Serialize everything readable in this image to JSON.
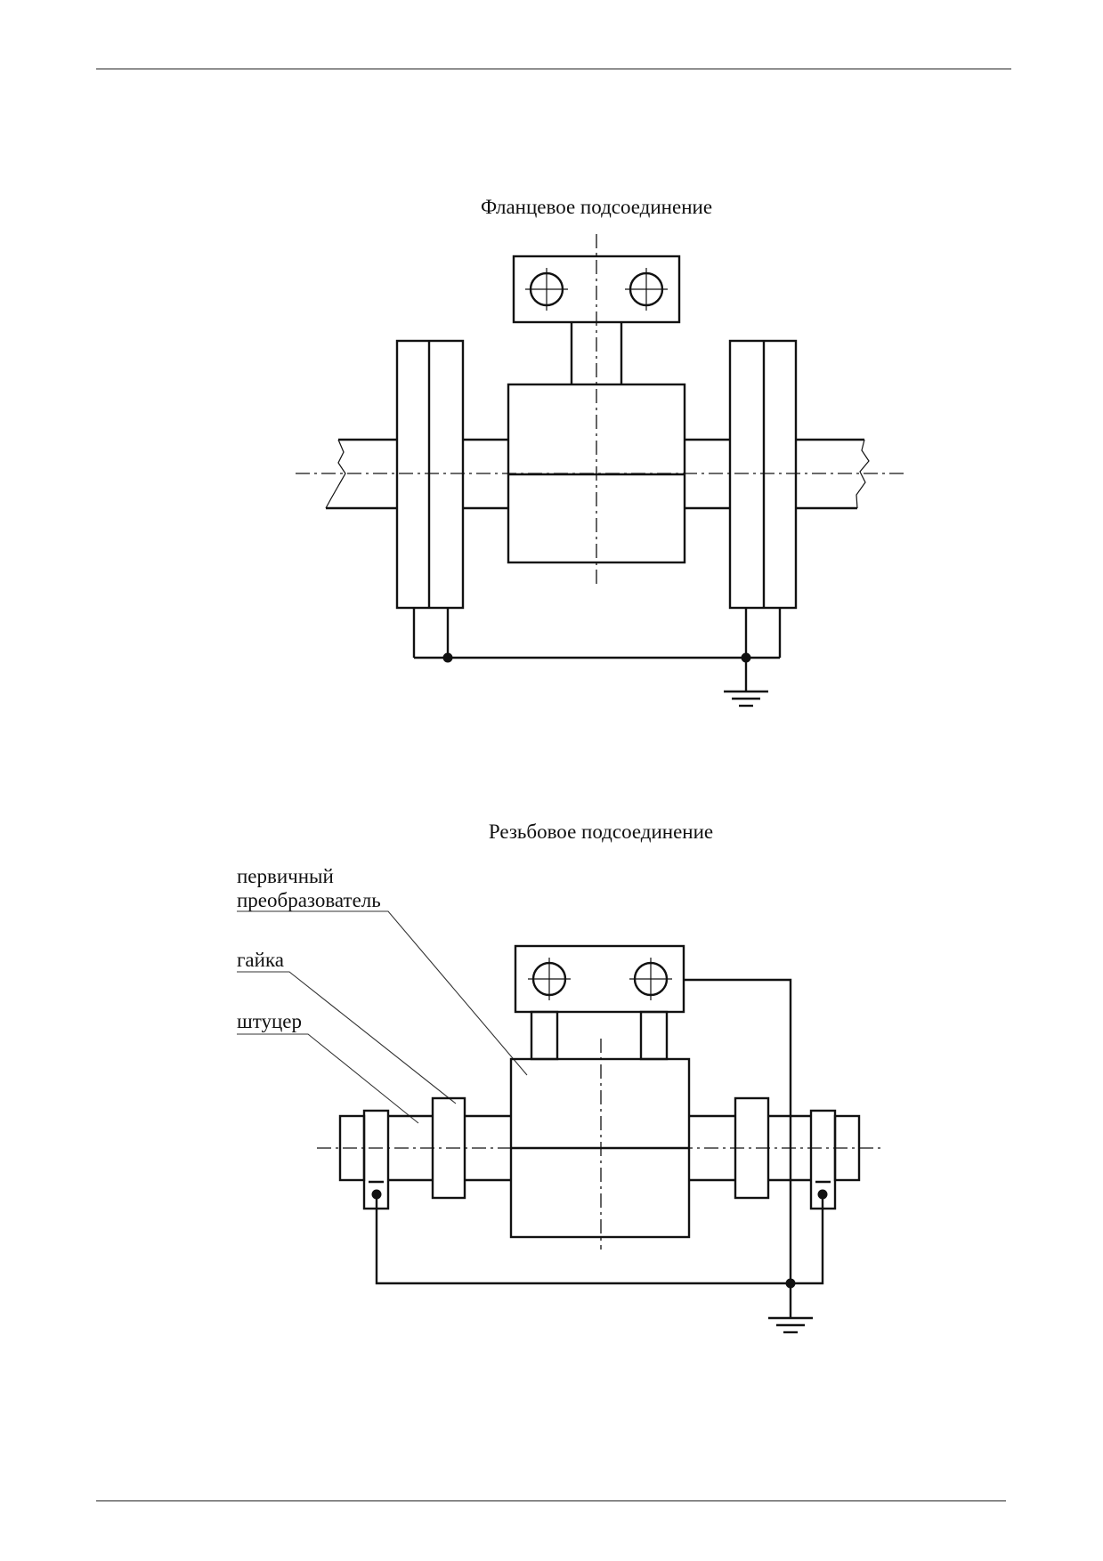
{
  "diagrams": [
    {
      "caption": "Фланцевое  подсоединение"
    },
    {
      "caption": "Резьбовое подсоединение",
      "labels": [
        {
          "lines": [
            "первичный",
            "преобразователь"
          ]
        },
        {
          "lines": [
            "гайка"
          ]
        },
        {
          "lines": [
            "штуцер"
          ]
        }
      ]
    }
  ],
  "colors": {
    "ink": "#111111",
    "background": "#ffffff"
  },
  "icons": [
    "ground-icon",
    "terminal-crosshair-icon"
  ]
}
